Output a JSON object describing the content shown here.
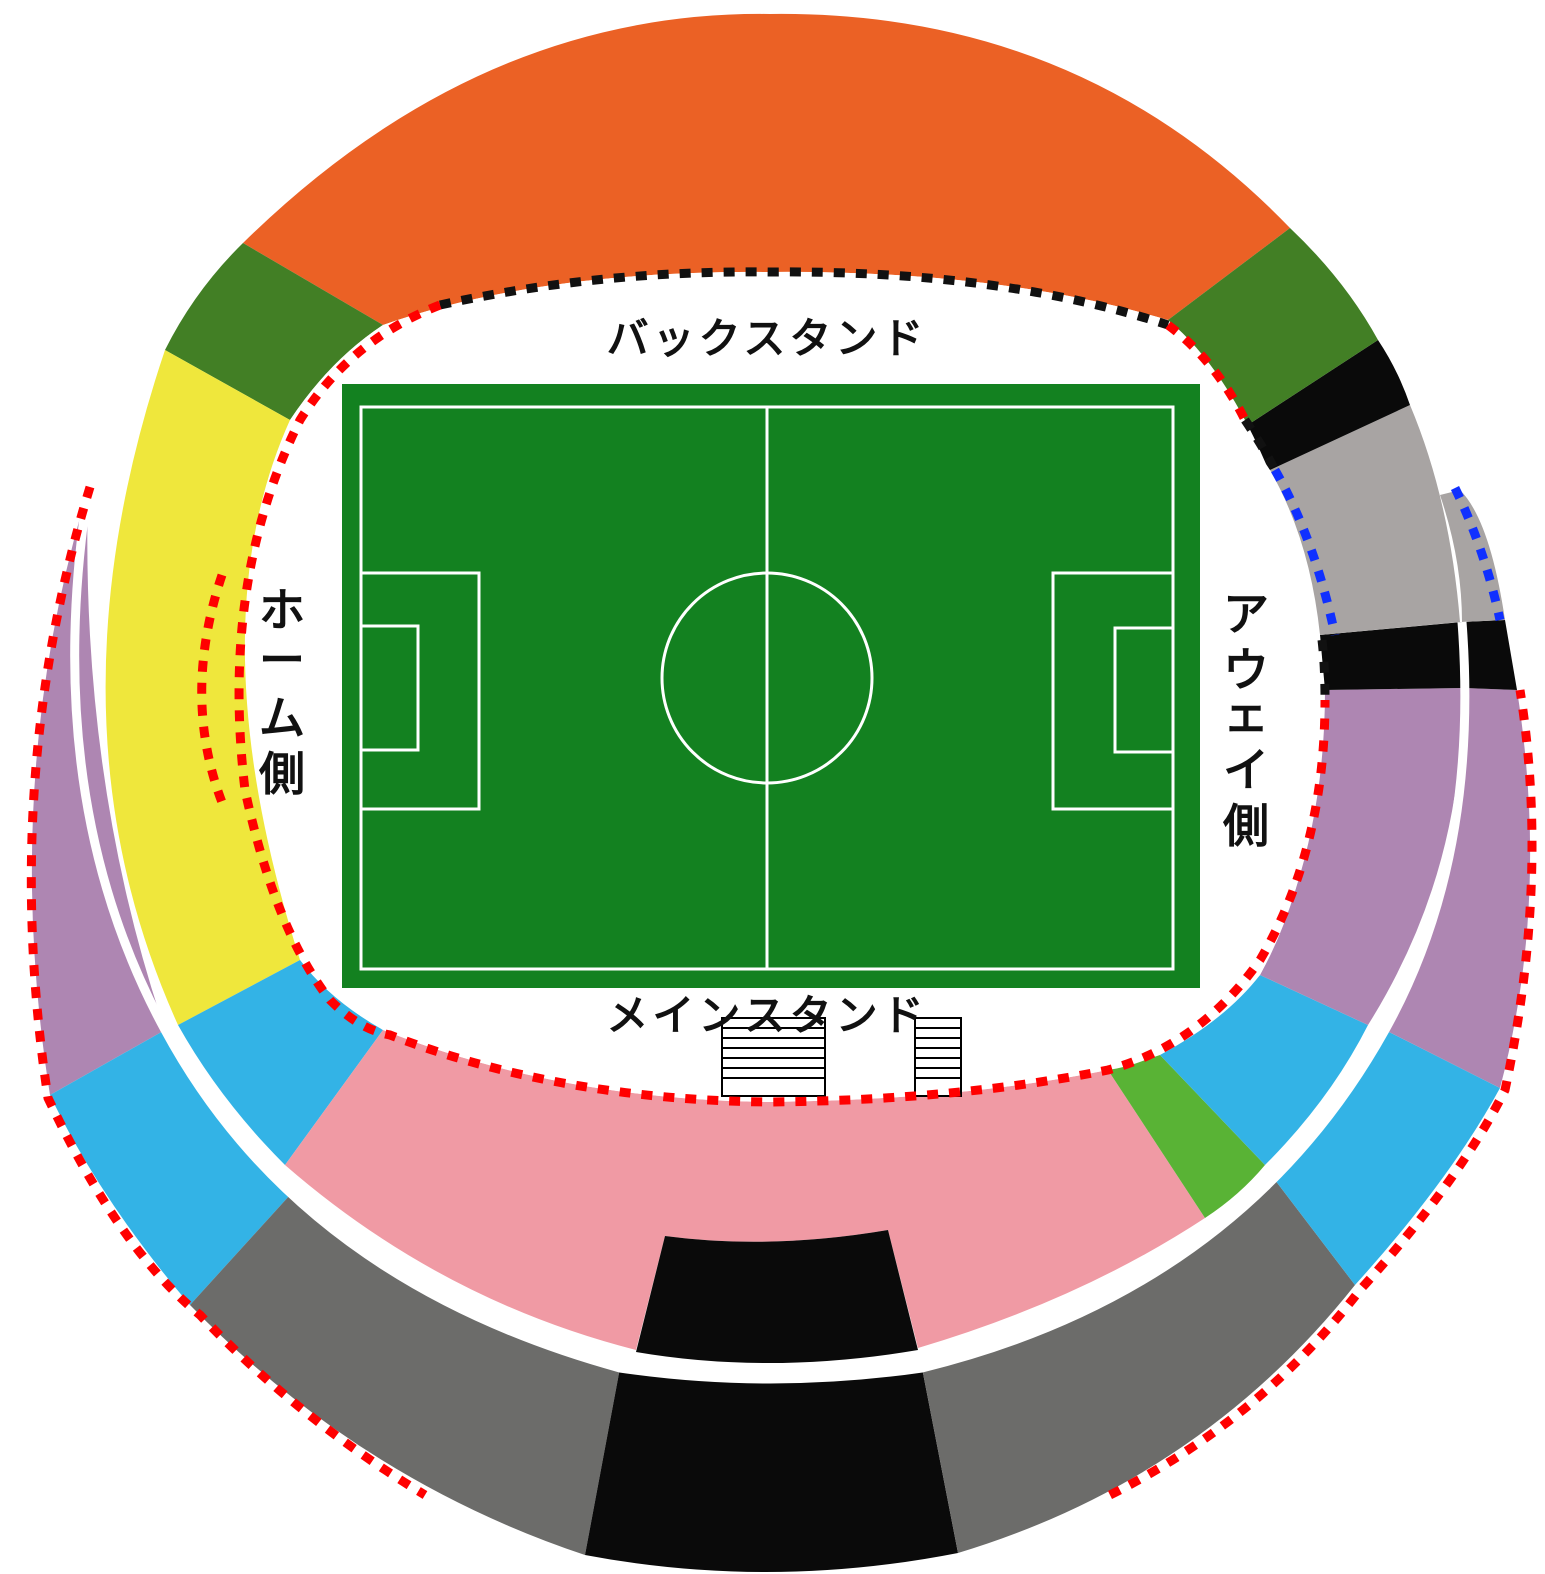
{
  "labels": {
    "back_stand": "バックスタンド",
    "main_stand": "メインスタンド",
    "home_side": [
      "ホ",
      "ー",
      "ム",
      "側"
    ],
    "away_side": [
      "ア",
      "ウ",
      "ェ",
      "イ",
      "側"
    ]
  },
  "colors": {
    "back_stand_seats": "#EB6125",
    "corner_green_dark": "#427F25",
    "home_goal_seats": "#EFE73C",
    "lavender_outer": "#AE86B2",
    "sky_blue": "#33B3E6",
    "main_stand_pink": "#F09AA4",
    "lime_green": "#59B335",
    "away_grey_light": "#A8A4A3",
    "dark_grey": "#6C6C6A",
    "black": "#0A0A0A",
    "pitch": "#138120",
    "pitch_lines": "#FFFFFF",
    "home_boundary": "#FF0000",
    "away_boundary": "#1030FF",
    "neutral_boundary": "#111111"
  }
}
